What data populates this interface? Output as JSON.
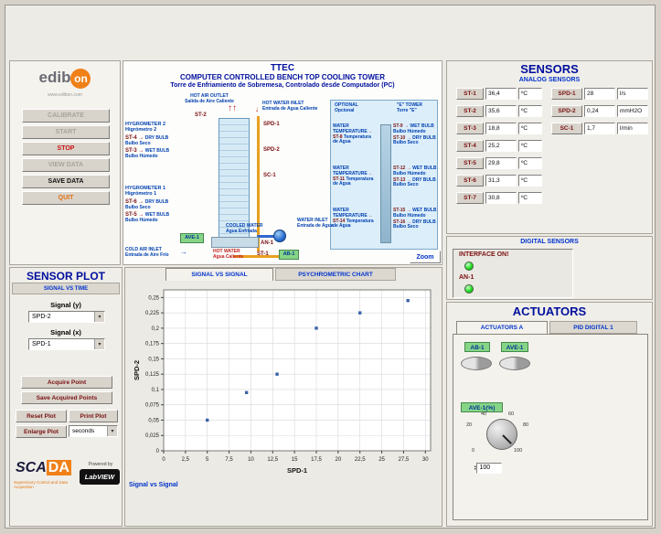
{
  "icons": {
    "dropdown": "▾",
    "spinner_up": "▲",
    "spinner_down": "▼",
    "arrow_up": "↑↑",
    "arrow_down": "↓",
    "arrow_right": "→"
  },
  "brand": {
    "logo_pre": "edib",
    "logo_circle": "on",
    "url": "www.edibon.com"
  },
  "control_buttons": [
    {
      "label": "CALIBRATE",
      "state": "disabled"
    },
    {
      "label": "START",
      "state": "disabled"
    },
    {
      "label": "STOP",
      "state": "stop"
    },
    {
      "label": "VIEW DATA",
      "state": "disabled"
    },
    {
      "label": "SAVE DATA",
      "state": "save"
    },
    {
      "label": "QUIT",
      "state": "quit"
    }
  ],
  "diagram": {
    "title1": "TTEC",
    "title2": "COMPUTER CONTROLLED BENCH TOP COOLING TOWER",
    "title3": "Torre de Enfriamiento de Sobremesa, Controlado desde Computador (PC)",
    "hot_air_outlet": "HOT AIR OUTLET\nSalida de Aire Caliente",
    "st2": "ST-2",
    "hot_water_inlet": "HOT WATER INLET\nEntrada de Agua Caliente",
    "hyg2_title": "HYGROMETER 2\nHigrómetro 2",
    "hyg2_dry_tag": "ST-4 →",
    "hyg2_wet_tag": "ST-3 →",
    "bulb_dry": "DRY BULB\nBulbo Seco",
    "bulb_wet": "WET BULB\nBulbo Húmedo",
    "spd1": "SPD-1",
    "spd2": "SPD-2",
    "sc1": "SC-1",
    "hyg1_title": "HYGROMETER 1\nHigrómetro 1",
    "hyg1_dry_tag": "ST-6 →",
    "hyg1_wet_tag": "ST-5 →",
    "e_box": {
      "optional": "OPTIONAL\nOpcional",
      "title": "\"E\" TOWER\nTorre \"E\"",
      "water_en": "WATER\nTEMPERATURE",
      "water_es": "Temperatura\nde Agua",
      "wet_label": "WET BULB\nBulbo Húmedo",
      "dry_label": "DRY BULB\nBulbo Seco",
      "groups": [
        {
          "water": "← ST-8",
          "wet": "ST-9 →",
          "dry": "ST-10 →"
        },
        {
          "water": "← ST-11",
          "wet": "ST-12 →",
          "dry": "ST-13 →"
        },
        {
          "water": "← ST-14",
          "wet": "ST-15 →",
          "dry": "ST-16 →"
        }
      ]
    },
    "ave1": "AVE-1",
    "cold_air_inlet": "COLD AIR INLET\nEntrada de Aire Frío",
    "cooled_water": "COOLED WATER\nAgua Enfriada",
    "hot_water": "HOT WATER\nAgua Caliente",
    "an1": "AN-1",
    "st1": "ST-1",
    "ab1": "AB-1",
    "water_inlet": "WATER INLET\nEntrada de Agua"
  },
  "sensors": {
    "title": "SENSORS",
    "subtitle": "ANALOG SENSORS",
    "analog": [
      {
        "name": "ST-1",
        "value": "36,4",
        "unit": "ºC"
      },
      {
        "name": "ST-2",
        "value": "35,6",
        "unit": "ºC"
      },
      {
        "name": "ST-3",
        "value": "18,8",
        "unit": "ºC"
      },
      {
        "name": "ST-4",
        "value": "25,2",
        "unit": "ºC"
      },
      {
        "name": "ST-5",
        "value": "29,8",
        "unit": "ºC"
      },
      {
        "name": "ST-6",
        "value": "31,3",
        "unit": "ºC"
      },
      {
        "name": "ST-7",
        "value": "30,8",
        "unit": "ºC"
      }
    ],
    "flow": [
      {
        "name": "SPD-1",
        "value": "28",
        "unit": "l/s"
      },
      {
        "name": "SPD-2",
        "value": "0,24",
        "unit": "mmH2O"
      },
      {
        "name": "SC-1",
        "value": "1,7",
        "unit": "l/min"
      }
    ],
    "digital_title": "DIGITAL SENSORS",
    "interface_label": "INTERFACE ON!",
    "an1_label": "AN-1"
  },
  "actuators": {
    "title": "ACTUATORS",
    "tab_a": "ACTUATORS A",
    "tab_pid": "PID DIGITAL 1",
    "ab1": "AB-1",
    "ave1": "AVE-1",
    "knob_label": "AVE-1(%)",
    "knob_ticks": [
      "0",
      "20",
      "40",
      "60",
      "80",
      "100"
    ],
    "knob_value": "100"
  },
  "sensor_plot": {
    "title": "SENSOR PLOT",
    "tab_time": "SIGNAL VS TIME",
    "signal_y_label": "Signal (y)",
    "signal_y": "SPD-2",
    "signal_x_label": "Signal (x)",
    "signal_x": "SPD-1",
    "acquire": "Acquire Point",
    "save": "Save Acquired Points",
    "reset": "Reset Plot",
    "print": "Print Plot",
    "enlarge": "Enlarge Plot",
    "interval": "seconds"
  },
  "chart_panel": {
    "tab_signal": "SIGNAL VS SIGNAL",
    "tab_psychro": "PSYCHROMETRIC CHART",
    "zoom": "Zoom",
    "footer": "Signal vs Signal"
  },
  "branding": {
    "scada_pre": "SCA",
    "scada_hl": "DA",
    "scada_sub": "Supervisory Control and Data Acquisition",
    "powered_by": "Powered by",
    "labview": "LabVIEW"
  },
  "chart_data": {
    "type": "scatter",
    "title": "",
    "xlabel": "SPD-1",
    "ylabel": "SPD-2",
    "xlim": [
      0,
      30
    ],
    "ylim": [
      0,
      0.25
    ],
    "xticks": [
      0,
      2.5,
      5,
      7.5,
      10,
      12.5,
      15,
      17.5,
      20,
      22.5,
      25,
      27.5,
      30
    ],
    "yticks": [
      0,
      0.025,
      0.05,
      0.075,
      0.1,
      0.125,
      0.15,
      0.175,
      0.2,
      0.225,
      0.25
    ],
    "points": [
      [
        5,
        0.05
      ],
      [
        9.5,
        0.095
      ],
      [
        13,
        0.125
      ],
      [
        17.5,
        0.2
      ],
      [
        22.5,
        0.225
      ],
      [
        28,
        0.245
      ]
    ],
    "marker_color": "#3a63a8",
    "grid": true,
    "legend": null,
    "decimal_separator": ","
  }
}
